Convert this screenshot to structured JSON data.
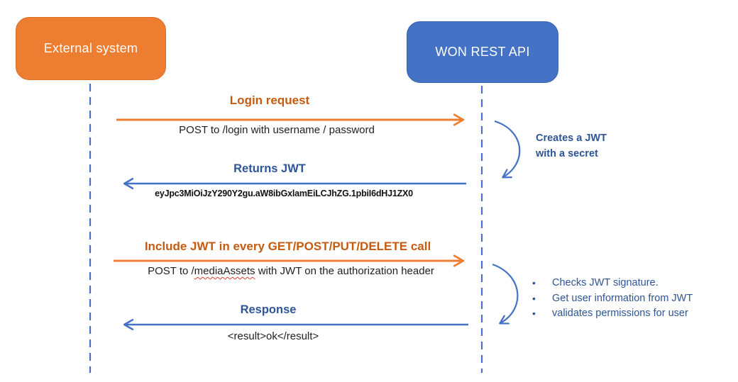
{
  "diagram": {
    "actors": {
      "external_system": "External system",
      "api": "WON REST API"
    },
    "messages": {
      "login_request": {
        "title": "Login request",
        "detail": "POST to /login with username / password"
      },
      "returns_jwt": {
        "title": "Returns JWT",
        "detail": "eyJpc3MiOiJzY290Y2gu.aW8ibGxlamEiLCJhZG.1pbiI6dHJ1ZX0"
      },
      "include_jwt": {
        "title": "Include JWT in every GET/POST/PUT/DELETE call",
        "detail_prefix": "POST to /",
        "detail_misspelled": "mediaAssets",
        "detail_suffix": " with JWT on the authorization header"
      },
      "response": {
        "title": "Response",
        "detail": "<result>ok</result>"
      }
    },
    "notes": {
      "creates_jwt": {
        "line1": "Creates a JWT",
        "line2": "with a secret"
      },
      "jwt_checks": {
        "items": [
          "Checks JWT signature.",
          "Get user information from JWT",
          "validates permissions for user"
        ]
      }
    }
  },
  "colors": {
    "orange_fill": "#ED7D31",
    "orange_border": "#DD6E20",
    "orange_text": "#C55A11",
    "blue_fill": "#4472C4",
    "blue_border": "#3763B1",
    "blue_text": "#2E5596",
    "arrow_blue": "#4472C4",
    "ink": "#1F1F1F",
    "squiggle_red": "#E03C31"
  }
}
